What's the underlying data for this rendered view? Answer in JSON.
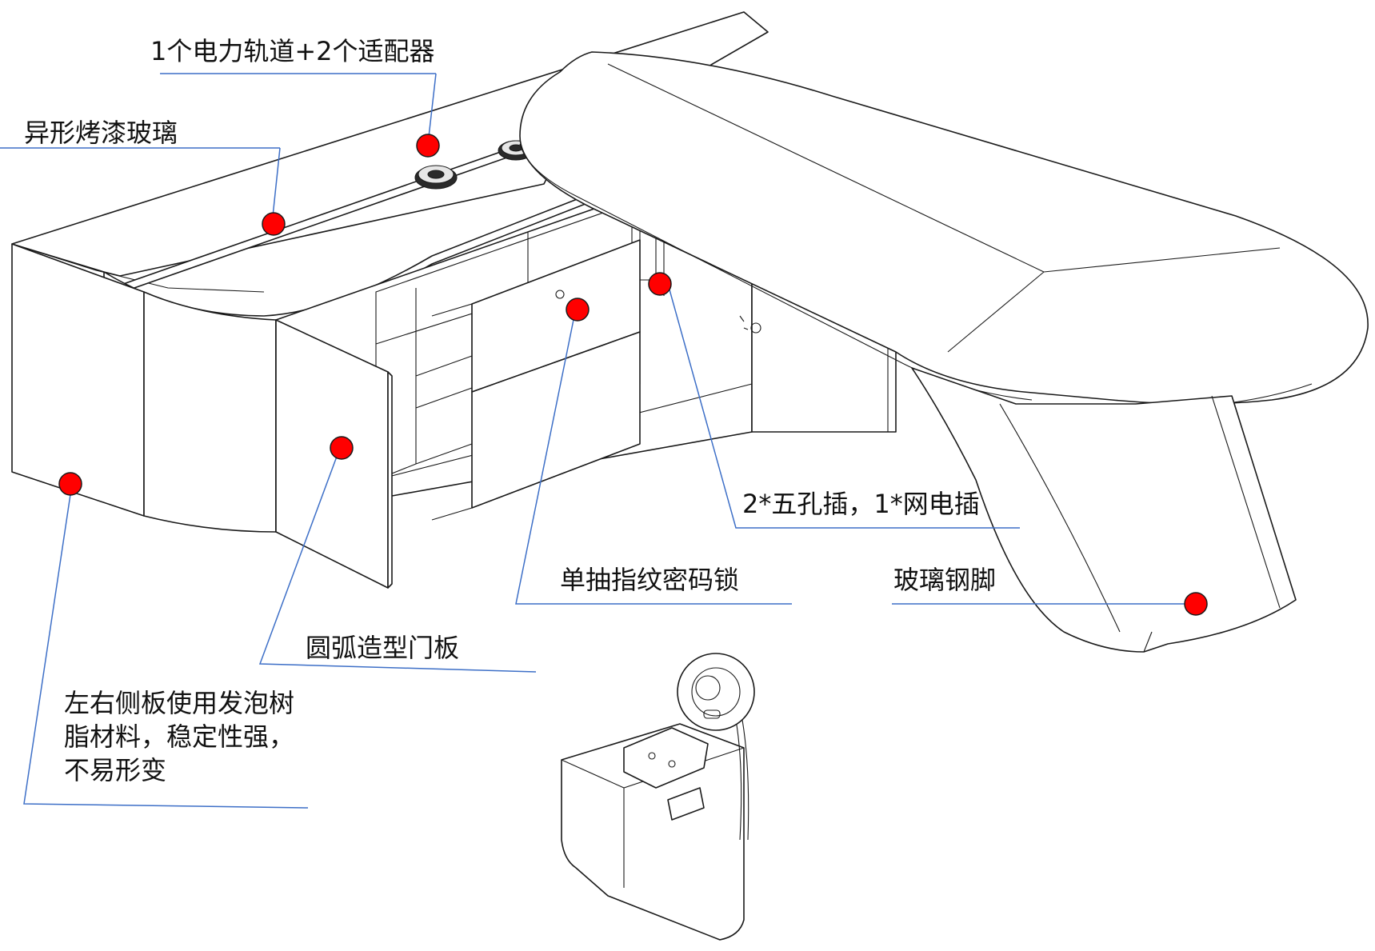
{
  "callouts": {
    "power_track": "1个电力轨道+2个适配器",
    "glass": "异形烤漆玻璃",
    "sockets": "2*五孔插，1*网电插",
    "lock": "单抽指纹密码锁",
    "glass_leg": "玻璃钢脚",
    "door": "圆弧造型门板",
    "side_panel": "左右侧板使用发泡树脂材料，稳定性强，不易形变"
  },
  "colors": {
    "marker": "#ff0000",
    "leader": "#3d6fc7",
    "ink": "#1a1a1a"
  }
}
